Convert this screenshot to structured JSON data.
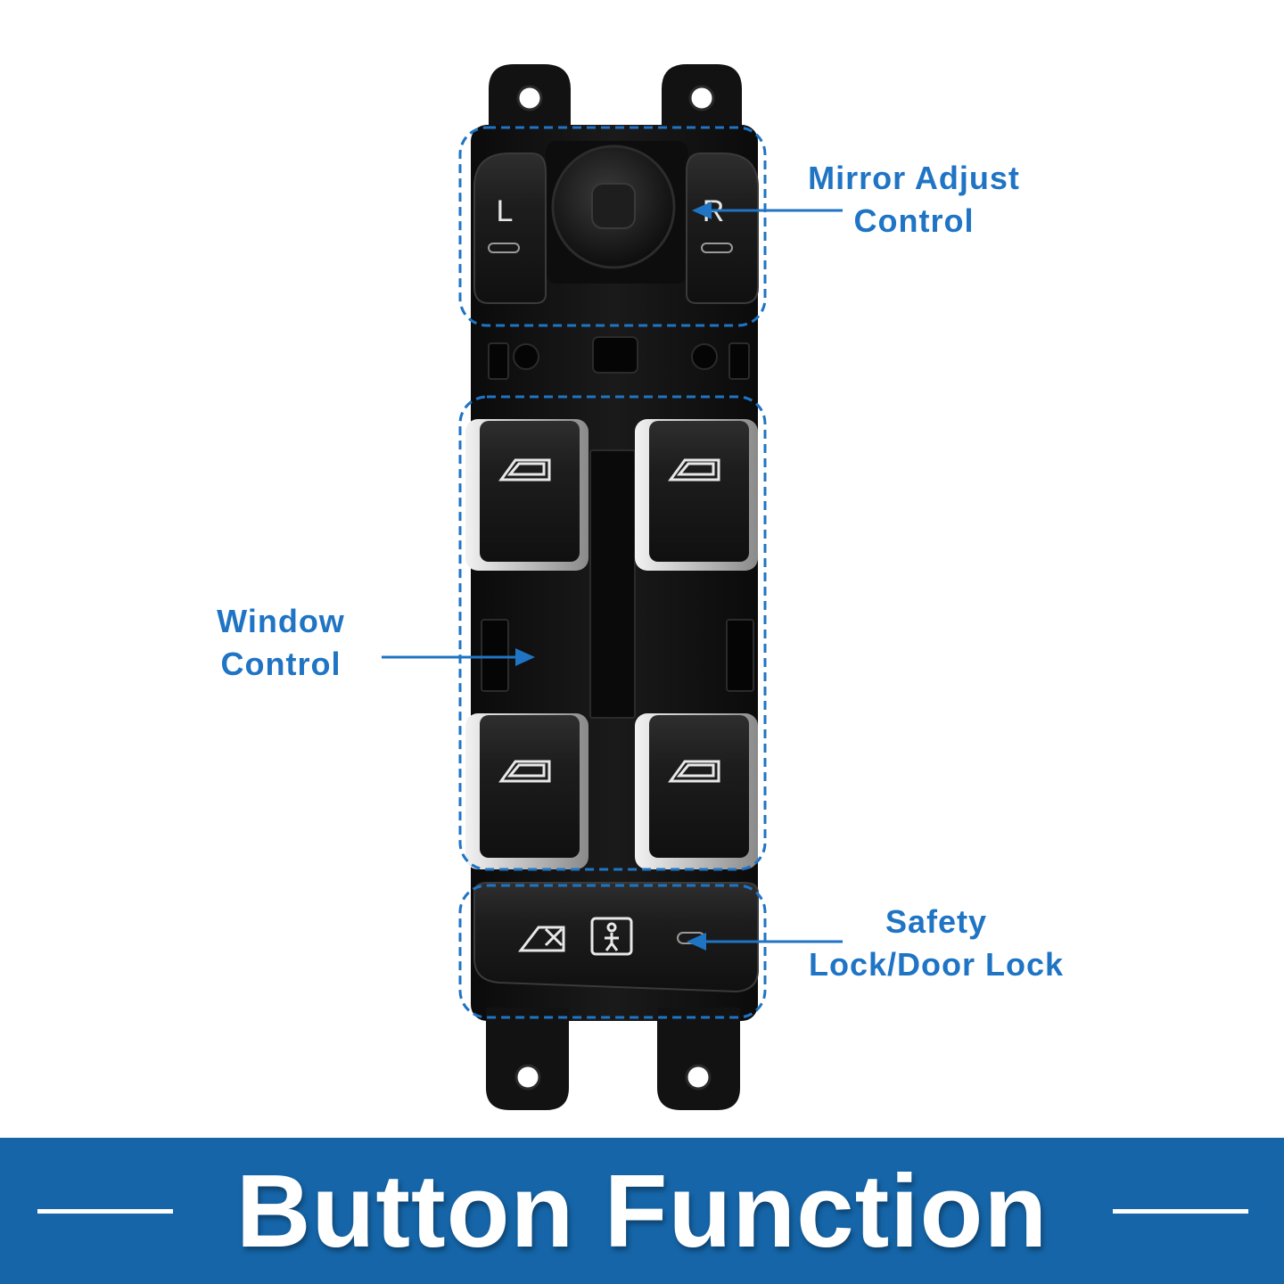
{
  "callouts": {
    "mirror": {
      "line1": "Mirror Adjust",
      "line2": "Control"
    },
    "window": {
      "line1": "Window",
      "line2": "Control"
    },
    "safety": {
      "line1": "Safety",
      "line2": "Lock/Door Lock"
    }
  },
  "mirror_buttons": {
    "left": "L",
    "right": "R"
  },
  "banner": {
    "title": "Button Function"
  },
  "colors": {
    "accent": "#1f74c4",
    "banner": "#1565a8",
    "switch_body": "#141414",
    "button_face": "#1b1b1b",
    "chrome": "#d8d8d8"
  },
  "icons": [
    "mirror-joystick-icon",
    "window-icon",
    "window-lock-icon",
    "child-lock-icon",
    "led-indicator-icon"
  ]
}
